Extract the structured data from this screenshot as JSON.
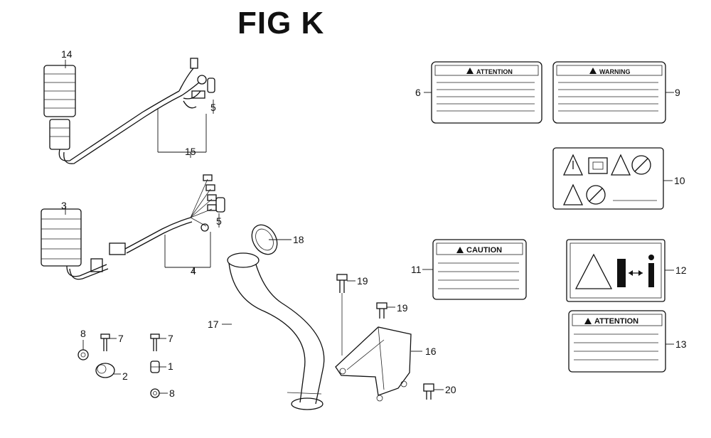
{
  "figure": {
    "title": "FIG K"
  },
  "callouts": [
    "1",
    "2",
    "3",
    "4",
    "5",
    "5",
    "6",
    "7",
    "7",
    "8",
    "8",
    "9",
    "10",
    "11",
    "12",
    "13",
    "14",
    "15",
    "16",
    "17",
    "18",
    "19",
    "19",
    "20"
  ],
  "labels": {
    "attention_a": "ATTENTION",
    "warning": "WARNING",
    "caution": "CAUTION",
    "attention_b": "ATTENTION"
  }
}
